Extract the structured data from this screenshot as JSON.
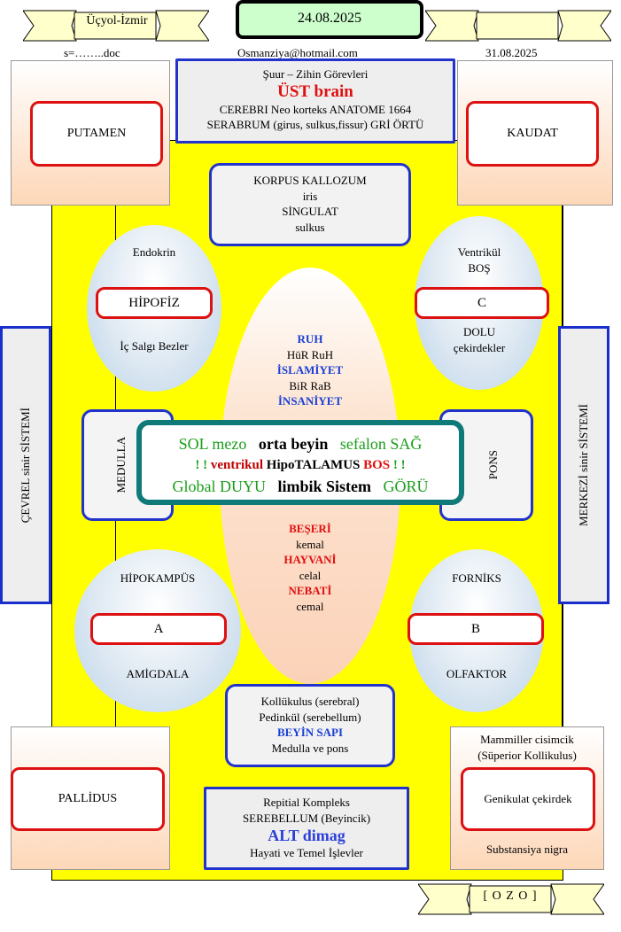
{
  "header": {
    "location": "Üçyol-İzmir",
    "date": "24.08.2025",
    "date_right": "",
    "doc_name": "s=……..doc",
    "email": "Osmanziya@hotmail.com",
    "date_small": "31.08.2025"
  },
  "top_box": {
    "line1": "Şuur – Zihin  Görevleri",
    "title": "ÜST brain",
    "line2": "CEREBRI Neo korteks ANATOME 1664",
    "line3": "SERABRUM (girus, sulkus,fissur) GRİ ÖRTÜ"
  },
  "corners": {
    "top_left": "PUTAMEN",
    "top_right": "KAUDAT",
    "bottom_left": "PALLİDUS",
    "bottom_right_top1": "Mammiller cisimcik",
    "bottom_right_top2": "(Süperior Kollikulus)",
    "bottom_right": "Genikulat çekirdek",
    "bottom_right_bottom": "Substansiya nigra"
  },
  "korpus_box": {
    "line1": "KORPUS  KALLOZUM",
    "line2": "iris",
    "line3": "SİNGULAT",
    "line4": "sulkus"
  },
  "ellipses": {
    "top_left": {
      "top": "Endokrin",
      "box": "HİPOFİZ",
      "bottom": "İç Salgı Bezler"
    },
    "top_right": {
      "top1": "Ventrikül",
      "top2": "BOŞ",
      "box": "C",
      "bottom1": "DOLU",
      "bottom2": "çekirdekler"
    },
    "bottom_left": {
      "top": "HİPOKAMPÜS",
      "box": "A",
      "bottom": "AMİGDALA"
    },
    "bottom_right": {
      "top": "FORNİKS",
      "box": "B",
      "bottom": "OLFAKTOR"
    }
  },
  "center_upper": [
    "RUH",
    "HüR RuH",
    "İSLAMİYET",
    "BiR RaB",
    "İNSANİYET"
  ],
  "center_lower": [
    "BEŞERİ",
    "kemal",
    "HAYVANİ",
    "celal",
    "NEBATİ",
    "cemal"
  ],
  "center_box": {
    "row1_a": "SOL mezo",
    "row1_b": "orta beyin",
    "row1_c": "sefalon SAĞ",
    "row2_a": "! ! ",
    "row2_b": "ventrikul",
    "row2_c": " HipoTALAMUS ",
    "row2_d": "BOS",
    "row2_e": " ! !",
    "row3_a": "Global DUYU",
    "row3_b": "limbik Sistem",
    "row3_c": "GÖRÜ"
  },
  "side_boxes": {
    "left": "MEDULLA",
    "right": "PONS"
  },
  "side_panels": {
    "left": "ÇEVREL sinir  SİSTEMİ",
    "right": "MERKEZİ sinir SİSTEMİ"
  },
  "brainstem_box": {
    "line1": "Kollükulus (serebral)",
    "line2": "Pedinkül (serebellum)",
    "line3": "BEYİN SAPI",
    "line4": "Medulla ve pons"
  },
  "bottom_box": {
    "line1": "Repitial Kompleks",
    "line2": "SEREBELLUM (Beyincik)",
    "title": "ALT dimag",
    "line3": "Hayati ve  Temel İşlevler"
  },
  "footer": {
    "code": "[ O Z O ]"
  },
  "colors": {
    "yellow": "#ffff00",
    "blue": "#1a2ecc",
    "red": "#dd1111",
    "teal": "#0f7a78",
    "green": "#ccffcc"
  }
}
